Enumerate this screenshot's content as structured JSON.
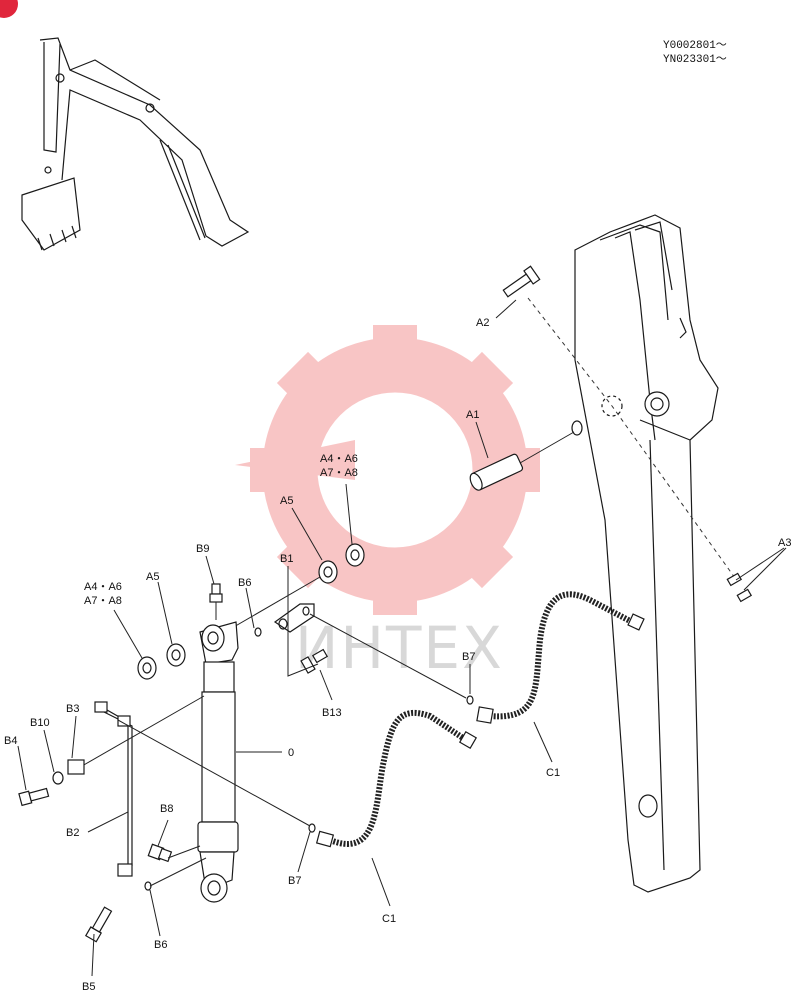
{
  "serials": [
    "Y0002801～",
    "YN023301～"
  ],
  "watermark": "ИНТЕХ",
  "colors": {
    "watermark_gear": "#f08080",
    "badge": "#e0263c",
    "ink": "#111111"
  },
  "labels": {
    "a1": "A1",
    "a2": "A2",
    "a3": "A3",
    "a5_right": "A5",
    "a5_left": "A5",
    "a4a6_right": "A4・A6",
    "a7a8_right": "A7・A8",
    "a4a6_left": "A4・A6",
    "a7a8_left": "A7・A8",
    "b1": "B1",
    "b2": "B2",
    "b3": "B3",
    "b4": "B4",
    "b5": "B5",
    "b6_upper": "B6",
    "b6_lower": "B6",
    "b7_upper": "B7",
    "b7_lower": "B7",
    "b8": "B8",
    "b9": "B9",
    "b10": "B10",
    "b13": "B13",
    "c1_right": "C1",
    "c1_left": "C1",
    "zero": "0"
  }
}
